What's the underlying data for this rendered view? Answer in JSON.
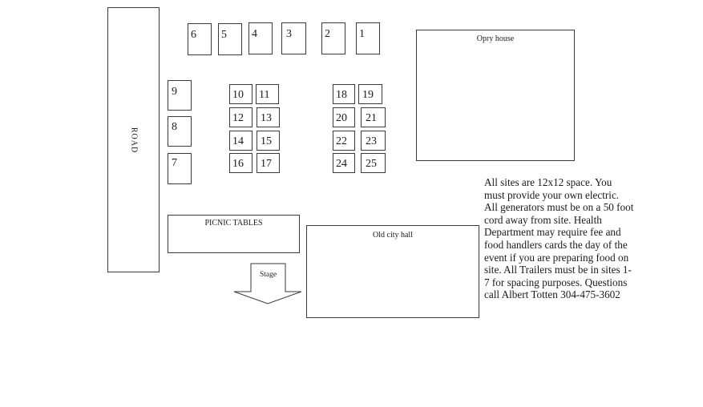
{
  "map": {
    "road_label": "ROAD",
    "opry_label": "Opry house",
    "picnic_label": "PICNIC TABLES",
    "city_hall_label": "Old city hall",
    "stage_label": "Stage",
    "sites": [
      "1",
      "2",
      "3",
      "4",
      "5",
      "6",
      "7",
      "8",
      "9",
      "10",
      "11",
      "12",
      "13",
      "14",
      "15",
      "16",
      "17",
      "18",
      "19",
      "20",
      "21",
      "22",
      "23",
      "24",
      "25"
    ]
  },
  "info_lines": [
    "All sites are 12x12 space.  You",
    "must provide your own electric.",
    "All generators must be on a 50 foot",
    "cord away from site.  Health",
    "Department may require fee and",
    "food handlers cards the day of the",
    "event if you are preparing food on",
    "site.  All Trailers must be in sites 1-",
    "7 for  spacing purposes.  Questions",
    "call Albert Totten 304-475-3602"
  ]
}
